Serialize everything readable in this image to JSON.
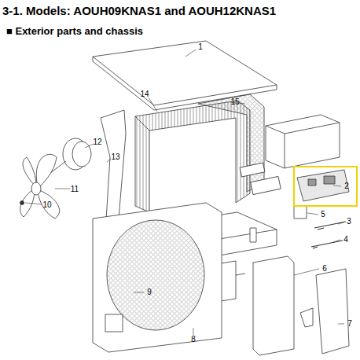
{
  "diagram": {
    "title": "3-1. Models: AOUH09KNAS1 and AOUH12KNAS1",
    "labels": [
      "■ Exterior parts and chassis",
      "1",
      "2",
      "3",
      "4",
      "5",
      "6",
      "7",
      "8",
      "9",
      "10",
      "11",
      "12",
      "13",
      "14",
      "15"
    ]
  }
}
